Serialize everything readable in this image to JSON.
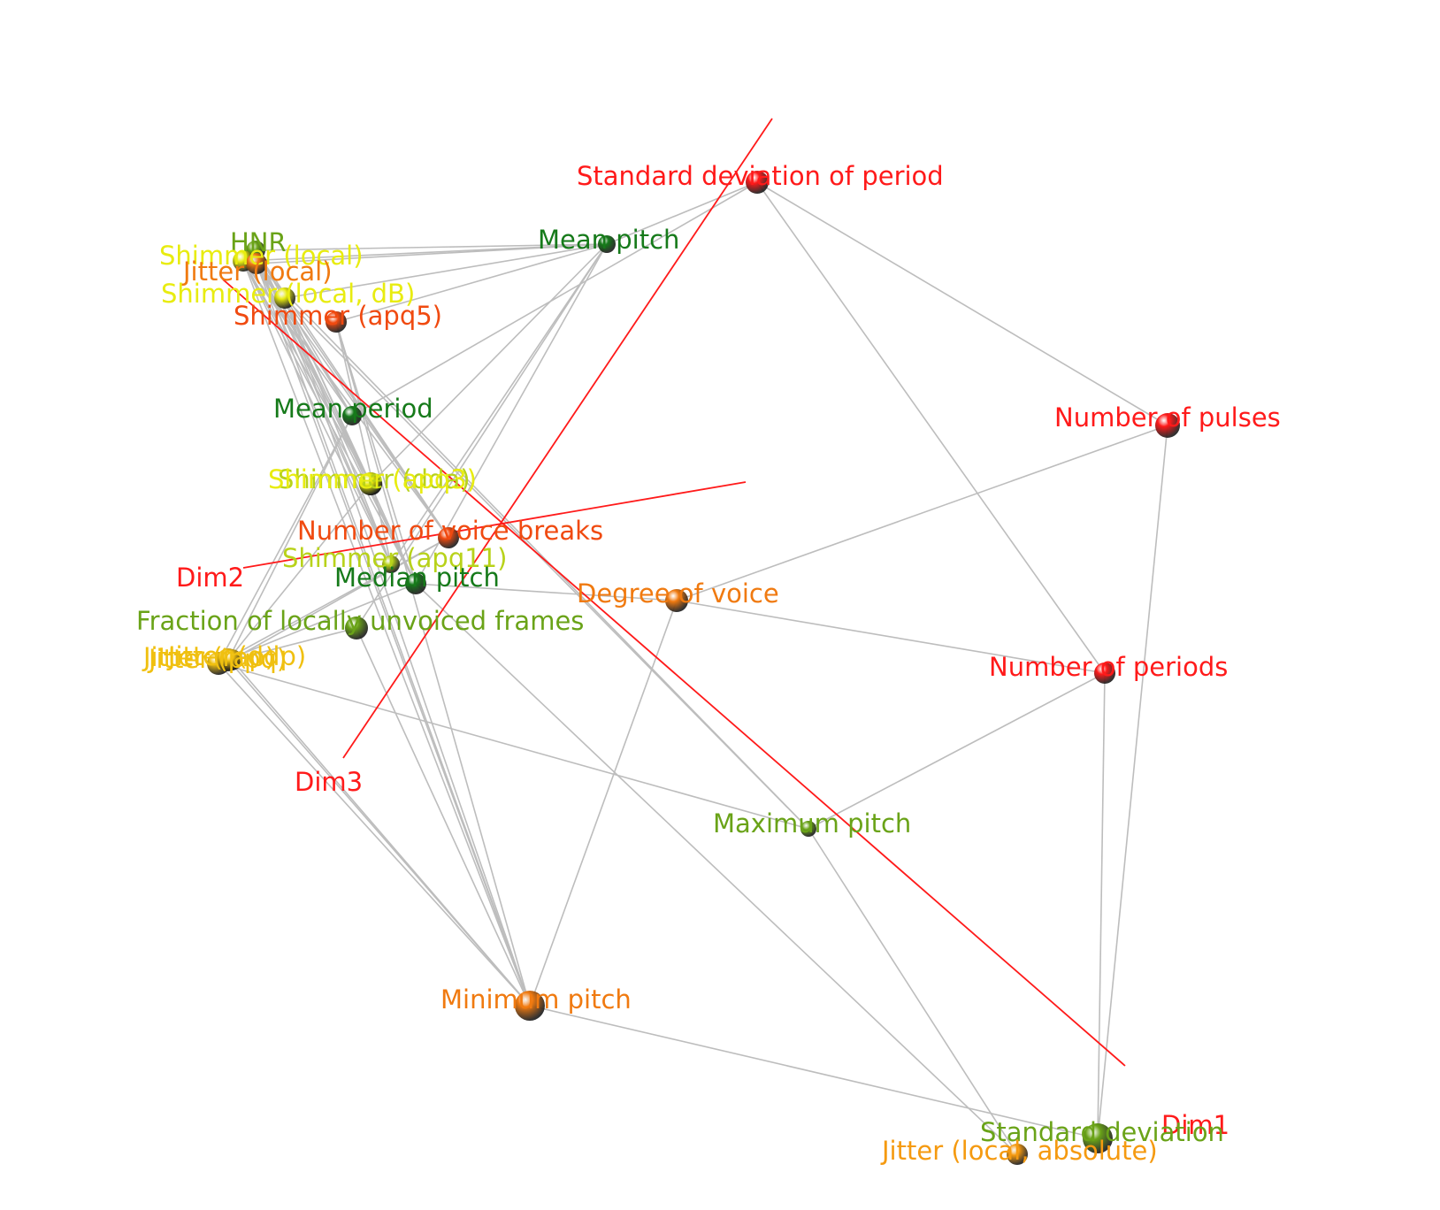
{
  "colors": {
    "red": "#ff1a1a",
    "orange_red": "#f04a10",
    "orange": "#f07a10",
    "light_orange": "#f59a10",
    "gold": "#f0c010",
    "yellow": "#e8ec10",
    "yellow_green": "#b8d21a",
    "green": "#6aa318",
    "dark_green": "#167a1a",
    "edge": "#bdbdbd"
  },
  "axes": [
    {
      "label": "Dim1"
    },
    {
      "label": "Dim2"
    },
    {
      "label": "Dim3"
    }
  ],
  "nodes": [
    {
      "label": "Standard deviation of period",
      "color": "red"
    },
    {
      "label": "Mean pitch",
      "color": "dark_green"
    },
    {
      "label": "HNR",
      "color": "green"
    },
    {
      "label": "Shimmer (local)",
      "color": "yellow"
    },
    {
      "label": "Jitter (local)",
      "color": "orange"
    },
    {
      "label": "Shimmer (local, dB)",
      "color": "yellow"
    },
    {
      "label": "Shimmer (apq5)",
      "color": "orange_red"
    },
    {
      "label": "Mean period",
      "color": "dark_green"
    },
    {
      "label": "Number of pulses",
      "color": "red"
    },
    {
      "label": "Shimmer (dda)",
      "color": "yellow_green"
    },
    {
      "label": "Shimmer (apq3)",
      "color": "yellow"
    },
    {
      "label": "Number of voice breaks",
      "color": "orange_red"
    },
    {
      "label": "Shimmer (apq11)",
      "color": "yellow_green"
    },
    {
      "label": "Median pitch",
      "color": "dark_green"
    },
    {
      "label": "Degree of voice",
      "color": "orange"
    },
    {
      "label": "Fraction of locally unvoiced frames",
      "color": "green"
    },
    {
      "label": "Jitter (rap)",
      "color": "gold"
    },
    {
      "label": "Jitter (ppq)",
      "color": "gold"
    },
    {
      "label": "Jitter (ddp)",
      "color": "gold"
    },
    {
      "label": "Number of periods",
      "color": "red"
    },
    {
      "label": "Maximum pitch",
      "color": "green"
    },
    {
      "label": "Minimum pitch",
      "color": "orange"
    },
    {
      "label": "Standard deviation",
      "color": "green"
    },
    {
      "label": "Jitter (local, absolute)",
      "color": "light_orange"
    }
  ]
}
